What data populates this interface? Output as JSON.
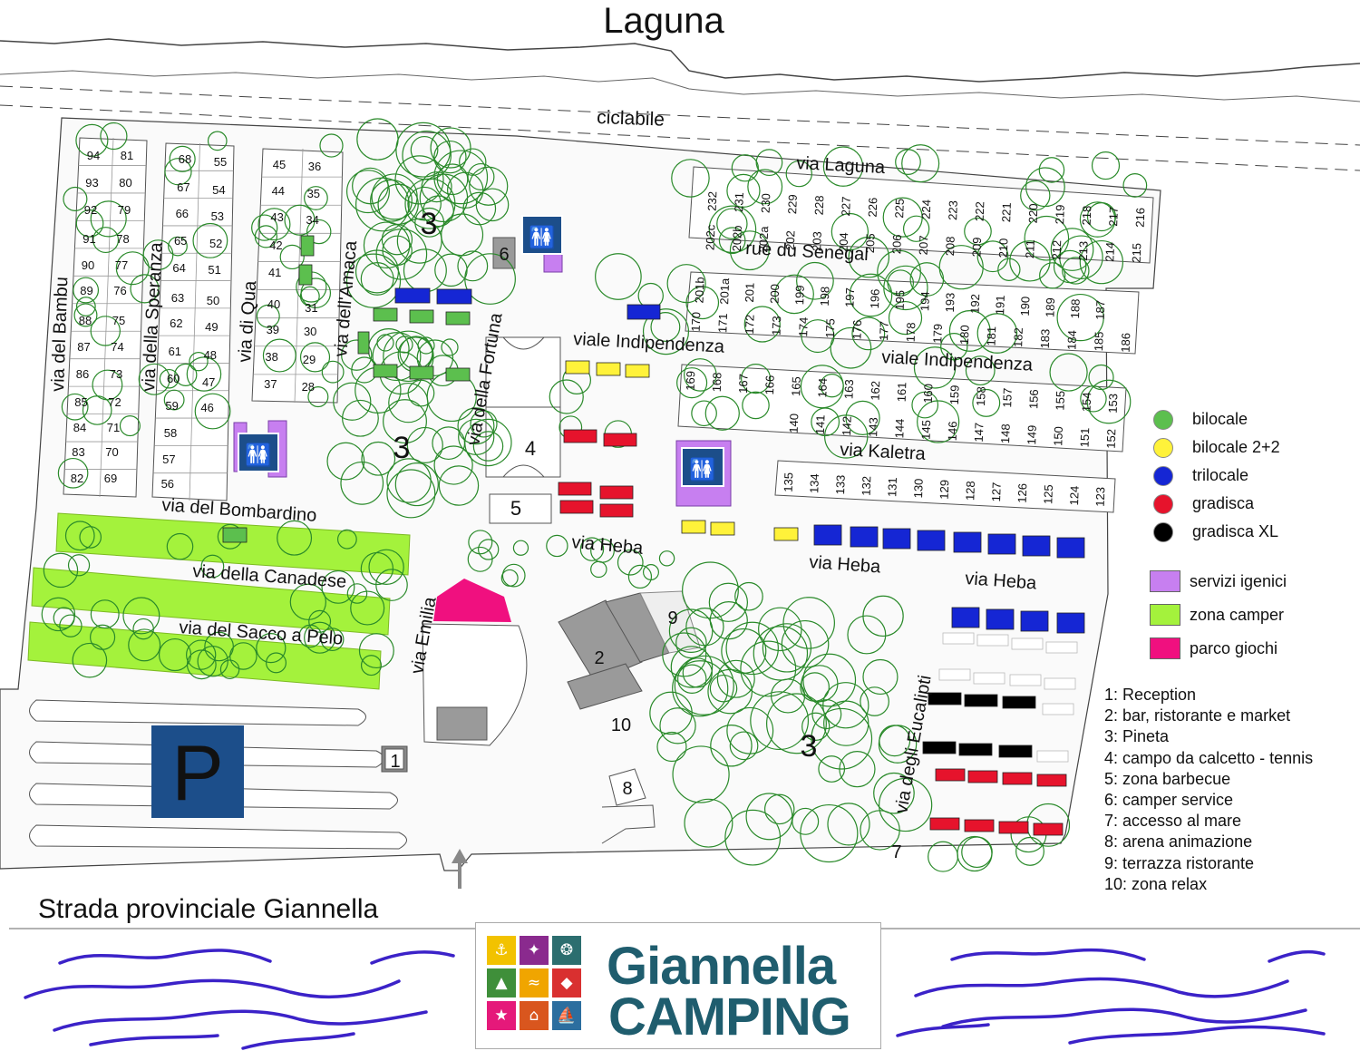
{
  "title": "Laguna",
  "road_bottom": "Strada provinciale Giannella",
  "bike_path": "ciclabile",
  "streets": {
    "bambu": "via del Bambu",
    "speranza": "via della Speranza",
    "qua": "via di Qua",
    "amaca": "via dell'Amaca",
    "fortuna": "via della Fortuna",
    "laguna": "via Laguna",
    "senegal": "rue du Senegal",
    "indipendenza1": "viale Indipendenza",
    "indipendenza2": "viale Indipendenza",
    "kaletra": "via Kaletra",
    "bombardino": "via del Bombardino",
    "canadese": "via della Canadese",
    "sacco": "via del Sacco a Pelo",
    "emilia": "via Emilia",
    "heba1": "via Heba",
    "heba2": "via Heba",
    "heba3": "via Heba",
    "eucalipti": "via degli Eucalipti"
  },
  "zone_numbers": {
    "pineta_top": "3",
    "pineta_mid": "3",
    "pineta_right": "3",
    "calcetto": "4",
    "barbecue": "5",
    "camper_service": "6",
    "mare": "7",
    "arena": "8",
    "terrazza": "9",
    "bar": "2",
    "relax": "10",
    "reception": "1"
  },
  "parking_letter": "P",
  "plots": {
    "col_a": [
      "94",
      "93",
      "92",
      "91",
      "90",
      "89",
      "88",
      "87",
      "86",
      "85",
      "84",
      "83",
      "82"
    ],
    "col_b": [
      "81",
      "80",
      "79",
      "78",
      "77",
      "76",
      "75",
      "74",
      "73",
      "72",
      "71",
      "70",
      "69"
    ],
    "col_c": [
      "68",
      "67",
      "66",
      "65",
      "64",
      "63",
      "62",
      "61",
      "60",
      "59",
      "58",
      "57",
      "56"
    ],
    "col_d": [
      "55",
      "54",
      "53",
      "52",
      "51",
      "50",
      "49",
      "48",
      "47",
      "46"
    ],
    "col_e": [
      "45",
      "44",
      "43",
      "42",
      "41",
      "40",
      "39",
      "38",
      "37"
    ],
    "col_f": [
      "36",
      "35",
      "34",
      "31",
      "30",
      "29",
      "28"
    ],
    "row_laguna_top": [
      "232",
      "231",
      "230",
      "229",
      "228",
      "227",
      "226",
      "225",
      "224",
      "223",
      "222",
      "221",
      "220",
      "219",
      "218",
      "217",
      "216"
    ],
    "row_laguna_bottom": [
      "202c",
      "202b",
      "202a",
      "202",
      "203",
      "204",
      "205",
      "206",
      "207",
      "208",
      "209",
      "210",
      "211",
      "212",
      "213",
      "214",
      "215"
    ],
    "row_senegal_top": [
      "201b",
      "201a",
      "201",
      "200",
      "199",
      "198",
      "197",
      "196",
      "195",
      "194",
      "193",
      "192",
      "191",
      "190",
      "189",
      "188",
      "187"
    ],
    "row_senegal_bottom": [
      "170",
      "171",
      "172",
      "173",
      "174",
      "175",
      "176",
      "177",
      "178",
      "179",
      "180",
      "181",
      "182",
      "183",
      "184",
      "185",
      "186"
    ],
    "row_indip_top": [
      "169",
      "168",
      "167",
      "166",
      "165",
      "164",
      "163",
      "162",
      "161",
      "160",
      "159",
      "158",
      "157",
      "156",
      "155",
      "154",
      "153"
    ],
    "row_indip_bottom": [
      "140",
      "141",
      "142",
      "143",
      "144",
      "145",
      "146",
      "147",
      "148",
      "149",
      "150",
      "151",
      "152"
    ],
    "row_kaletra": [
      "135",
      "134",
      "133",
      "132",
      "131",
      "130",
      "129",
      "128",
      "127",
      "126",
      "125",
      "124",
      "123"
    ]
  },
  "legend": {
    "dots": [
      {
        "label": "bilocale",
        "color": "#5cbf4e"
      },
      {
        "label": "bilocale 2+2",
        "color": "#fff23a"
      },
      {
        "label": "trilocale",
        "color": "#1526d4"
      },
      {
        "label": "gradisca",
        "color": "#e6132c"
      },
      {
        "label": "gradisca XL",
        "color": "#000000"
      }
    ],
    "squares": [
      {
        "label": "servizi igenici",
        "color": "#c77ff0"
      },
      {
        "label": "zona camper",
        "color": "#a4f23c"
      },
      {
        "label": "parco giochi",
        "color": "#f0107f"
      }
    ]
  },
  "key_list": [
    "1: Reception",
    "2: bar, ristorante e market",
    "3: Pineta",
    "4: campo da calcetto - tennis",
    "5: zona barbecue",
    "6: camper service",
    "7: accesso al mare",
    "8: arena animazione",
    "9: terrazza ristorante",
    "10: zona relax"
  ],
  "logo": {
    "line1": "Giannella",
    "line2": "CAMPING"
  },
  "colors": {
    "tree": "#2a8a2a",
    "camper": "#a4f23c",
    "bathroom": "#c77ff0",
    "playground": "#f0107f",
    "trilocale": "#1526d4",
    "gradisca": "#e6132c",
    "bilocale": "#5cbf4e",
    "bilocale22": "#fff23a",
    "building": "#9a9a9a",
    "wave": "#3b22c8",
    "parking": "#1c4e8a"
  }
}
